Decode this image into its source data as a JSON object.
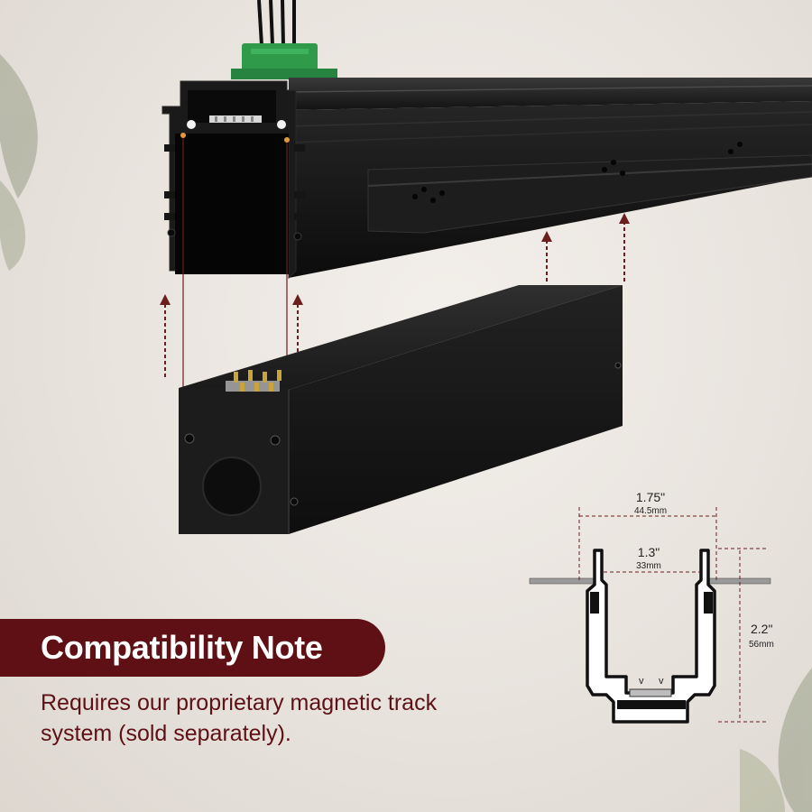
{
  "note": {
    "title": "Compatibility Note",
    "body": "Requires our proprietary magnetic track system (sold separately)."
  },
  "dimensions": {
    "outer_width_in": "1.75\"",
    "outer_width_mm": "44.5mm",
    "inner_width_in": "1.3\"",
    "inner_width_mm": "33mm",
    "height_in": "2.2\"",
    "height_mm": "56mm",
    "pin_marks": [
      "v",
      "v"
    ]
  },
  "colors": {
    "brand": "#5e1014",
    "track": "#161616",
    "connector": "#2e9a4a",
    "arrow": "#6b1e1e",
    "pins": "#c9a43a"
  },
  "icons": [
    "magnetic-track-icon",
    "linear-light-fixture-icon",
    "power-connector-icon",
    "upward-arrow-icon"
  ]
}
